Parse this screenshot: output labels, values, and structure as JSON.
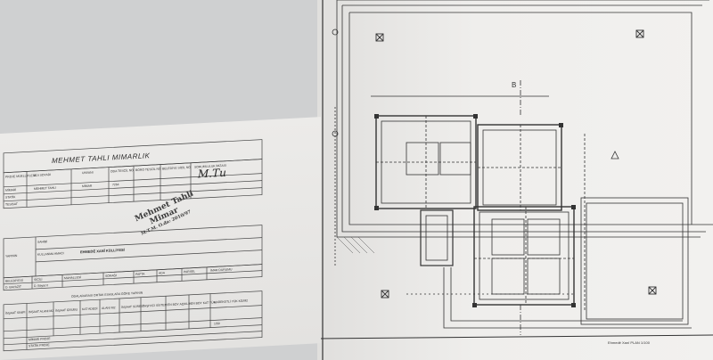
{
  "title_block": {
    "firm_name": "MEHMET TAHLI MIMARLIK",
    "header_row": [
      "PROJE MÜELLİFLERİ",
      "ADI SOYADI",
      "UNVANI",
      "ODA TESCİL NO",
      "BORO TESCİL NO",
      "BELEDİYE SİCİL NO",
      "SORUMLULUK İMZASI"
    ],
    "row_labels": [
      "MİMARİ",
      "STATİK",
      "TESİSAT"
    ],
    "architect_name": "MEHMET TAHLI",
    "architect_title": "MİMAR",
    "chamber_no": "7264",
    "owner_label": "SAHİBİ",
    "purpose_label": "KULLANMA AMACI",
    "plan_label": "YAPININ",
    "project_title": "EHMEDÊ XANÎ KÜLLİYESİ",
    "location_headers": [
      "BELEDİYESİ",
      "SİCİLİ",
      "MAHALLESİ",
      "SOKAĞI",
      "PAFTA",
      "ADA",
      "PARSEL",
      "İMAR DURUMU"
    ],
    "location_values": [
      "D. BAYAZIT",
      "D. Bayazıt"
    ],
    "areas_caption": "ODALARARASI ORTAK ESASLARA GÖRE YAPININ",
    "area_headers": [
      "İNŞAAT SINIFI",
      "İNŞAAT ALANI M2",
      "İNŞAAT GRUBU",
      "KAT ADEDİ",
      "ALANI M2",
      "İNŞAAT SÜRESİ",
      "TAŞIYICI SİSTEM",
      "EN BOY AÇIKLIK",
      "EN BOY KAT YÜK.",
      "HAREKETLİ YÜK KG/M2"
    ],
    "scale": "1/50",
    "signature_rows": [
      "MİMARİ PROJE",
      "STATİK PROJE"
    ]
  },
  "stamp": {
    "line1": "Mehmet Tahli",
    "line2": "Mimar",
    "line3": "M.T.M. O.da: 2010/97"
  },
  "signature_mark": "M.Tu",
  "plan_sheet": {
    "section_marker": "B",
    "caption": "Ehmedê Xanî PLAN 1/100"
  }
}
